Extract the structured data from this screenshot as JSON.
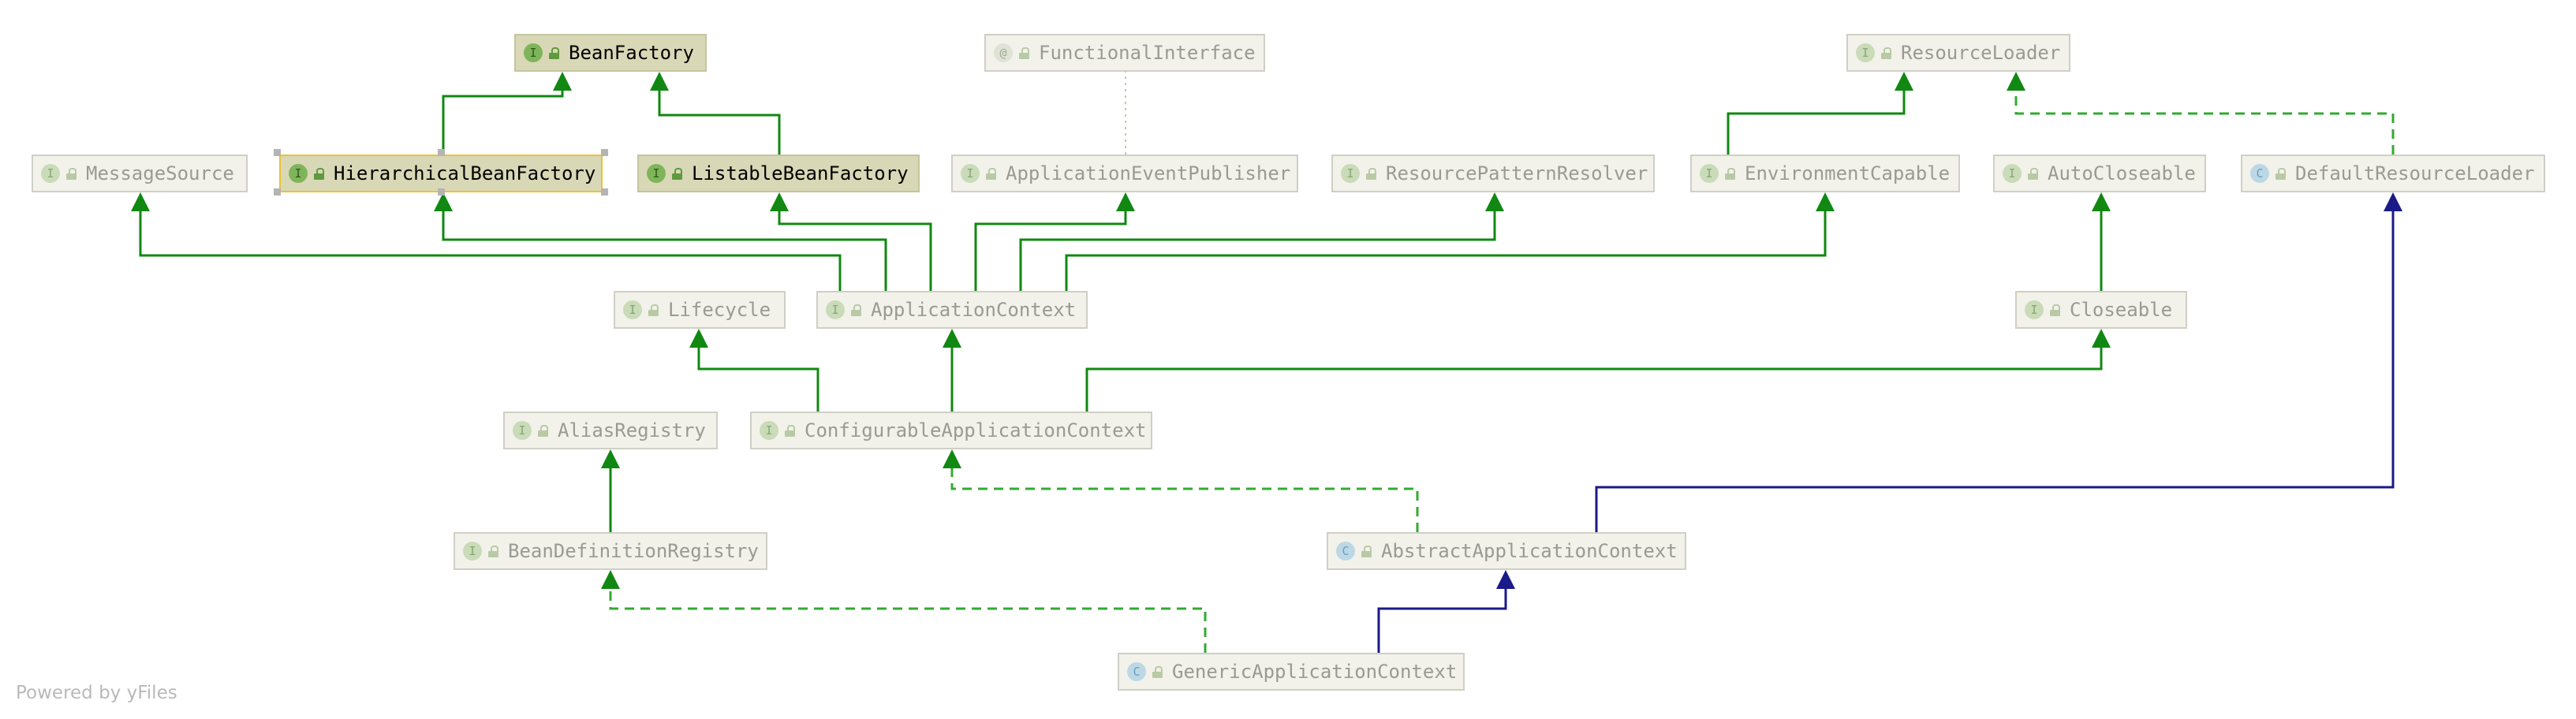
{
  "nodes": [
    {
      "id": "BeanFactory",
      "label": "BeanFactory",
      "kind": "I",
      "highlighted": true
    },
    {
      "id": "FunctionalInterface",
      "label": "FunctionalInterface",
      "kind": "@",
      "highlighted": false
    },
    {
      "id": "ResourceLoader",
      "label": "ResourceLoader",
      "kind": "I",
      "highlighted": false
    },
    {
      "id": "MessageSource",
      "label": "MessageSource",
      "kind": "I",
      "highlighted": false
    },
    {
      "id": "HierarchicalBeanFactory",
      "label": "HierarchicalBeanFactory",
      "kind": "I",
      "highlighted": true,
      "selected": true
    },
    {
      "id": "ListableBeanFactory",
      "label": "ListableBeanFactory",
      "kind": "I",
      "highlighted": true
    },
    {
      "id": "ApplicationEventPublisher",
      "label": "ApplicationEventPublisher",
      "kind": "I",
      "highlighted": false
    },
    {
      "id": "ResourcePatternResolver",
      "label": "ResourcePatternResolver",
      "kind": "I",
      "highlighted": false
    },
    {
      "id": "EnvironmentCapable",
      "label": "EnvironmentCapable",
      "kind": "I",
      "highlighted": false
    },
    {
      "id": "AutoCloseable",
      "label": "AutoCloseable",
      "kind": "I",
      "highlighted": false
    },
    {
      "id": "DefaultResourceLoader",
      "label": "DefaultResourceLoader",
      "kind": "C",
      "highlighted": false
    },
    {
      "id": "Lifecycle",
      "label": "Lifecycle",
      "kind": "I",
      "highlighted": false
    },
    {
      "id": "ApplicationContext",
      "label": "ApplicationContext",
      "kind": "I",
      "highlighted": false
    },
    {
      "id": "Closeable",
      "label": "Closeable",
      "kind": "I",
      "highlighted": false
    },
    {
      "id": "AliasRegistry",
      "label": "AliasRegistry",
      "kind": "I",
      "highlighted": false
    },
    {
      "id": "ConfigurableApplicationContext",
      "label": "ConfigurableApplicationContext",
      "kind": "I",
      "highlighted": false
    },
    {
      "id": "BeanDefinitionRegistry",
      "label": "BeanDefinitionRegistry",
      "kind": "I",
      "highlighted": false
    },
    {
      "id": "AbstractApplicationContext",
      "label": "AbstractApplicationContext",
      "kind": "C",
      "highlighted": false
    },
    {
      "id": "GenericApplicationContext",
      "label": "GenericApplicationContext",
      "kind": "C",
      "highlighted": false
    }
  ],
  "edges": [
    {
      "from": "HierarchicalBeanFactory",
      "to": "BeanFactory",
      "type": "extends"
    },
    {
      "from": "ListableBeanFactory",
      "to": "BeanFactory",
      "type": "extends"
    },
    {
      "from": "ApplicationEventPublisher",
      "to": "FunctionalInterface",
      "type": "annotation"
    },
    {
      "from": "ResourcePatternResolver",
      "to": "ResourceLoader",
      "type": "extends"
    },
    {
      "from": "DefaultResourceLoader",
      "to": "ResourceLoader",
      "type": "implements"
    },
    {
      "from": "ApplicationContext",
      "to": "MessageSource",
      "type": "extends"
    },
    {
      "from": "ApplicationContext",
      "to": "HierarchicalBeanFactory",
      "type": "extends"
    },
    {
      "from": "ApplicationContext",
      "to": "ListableBeanFactory",
      "type": "extends"
    },
    {
      "from": "ApplicationContext",
      "to": "ApplicationEventPublisher",
      "type": "extends"
    },
    {
      "from": "ApplicationContext",
      "to": "ResourcePatternResolver",
      "type": "extends"
    },
    {
      "from": "ApplicationContext",
      "to": "EnvironmentCapable",
      "type": "extends"
    },
    {
      "from": "Closeable",
      "to": "AutoCloseable",
      "type": "extends"
    },
    {
      "from": "ConfigurableApplicationContext",
      "to": "Lifecycle",
      "type": "extends"
    },
    {
      "from": "ConfigurableApplicationContext",
      "to": "ApplicationContext",
      "type": "extends"
    },
    {
      "from": "ConfigurableApplicationContext",
      "to": "Closeable",
      "type": "extends"
    },
    {
      "from": "BeanDefinitionRegistry",
      "to": "AliasRegistry",
      "type": "extends"
    },
    {
      "from": "AbstractApplicationContext",
      "to": "ConfigurableApplicationContext",
      "type": "implements"
    },
    {
      "from": "AbstractApplicationContext",
      "to": "DefaultResourceLoader",
      "type": "class-extends"
    },
    {
      "from": "GenericApplicationContext",
      "to": "BeanDefinitionRegistry",
      "type": "implements"
    },
    {
      "from": "GenericApplicationContext",
      "to": "AbstractApplicationContext",
      "type": "class-extends"
    }
  ],
  "colors": {
    "extends": "#118811",
    "implements": "#33aa33",
    "class-extends": "#1a1a88",
    "annotation": "#c8c8b0"
  },
  "footer": "Powered by yFiles"
}
